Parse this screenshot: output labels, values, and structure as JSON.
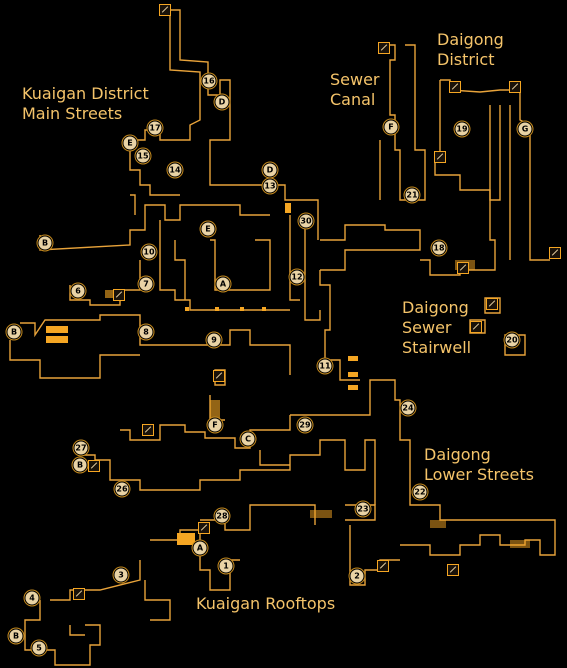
{
  "labels": {
    "kuaigan_main": "Kuaigan District\nMain Streets",
    "sewer_canal": "Sewer\nCanal",
    "daigong_district": "Daigong\nDistrict",
    "daigong_stairwell": "Daigong\nSewer\nStairwell",
    "daigong_lower": "Daigong\nLower Streets",
    "kuaigan_rooftops": "Kuaigan Rooftops"
  },
  "markers": [
    "16",
    "D",
    "17",
    "E",
    "15",
    "14",
    "D",
    "13",
    "30",
    "E",
    "B",
    "10",
    "7",
    "6",
    "A",
    "12",
    "8",
    "9",
    "B",
    "11",
    "F",
    "19",
    "G",
    "21",
    "18",
    "20",
    "24",
    "29",
    "F",
    "C",
    "27",
    "B",
    "26",
    "22",
    "28",
    "23",
    "A",
    "1",
    "2",
    "3",
    "4",
    "B",
    "5"
  ],
  "colors": {
    "wall": "#e8a33a",
    "fill": "#f5a623",
    "marker_bg": "#e9d3a5",
    "text": "#f5c46a"
  }
}
